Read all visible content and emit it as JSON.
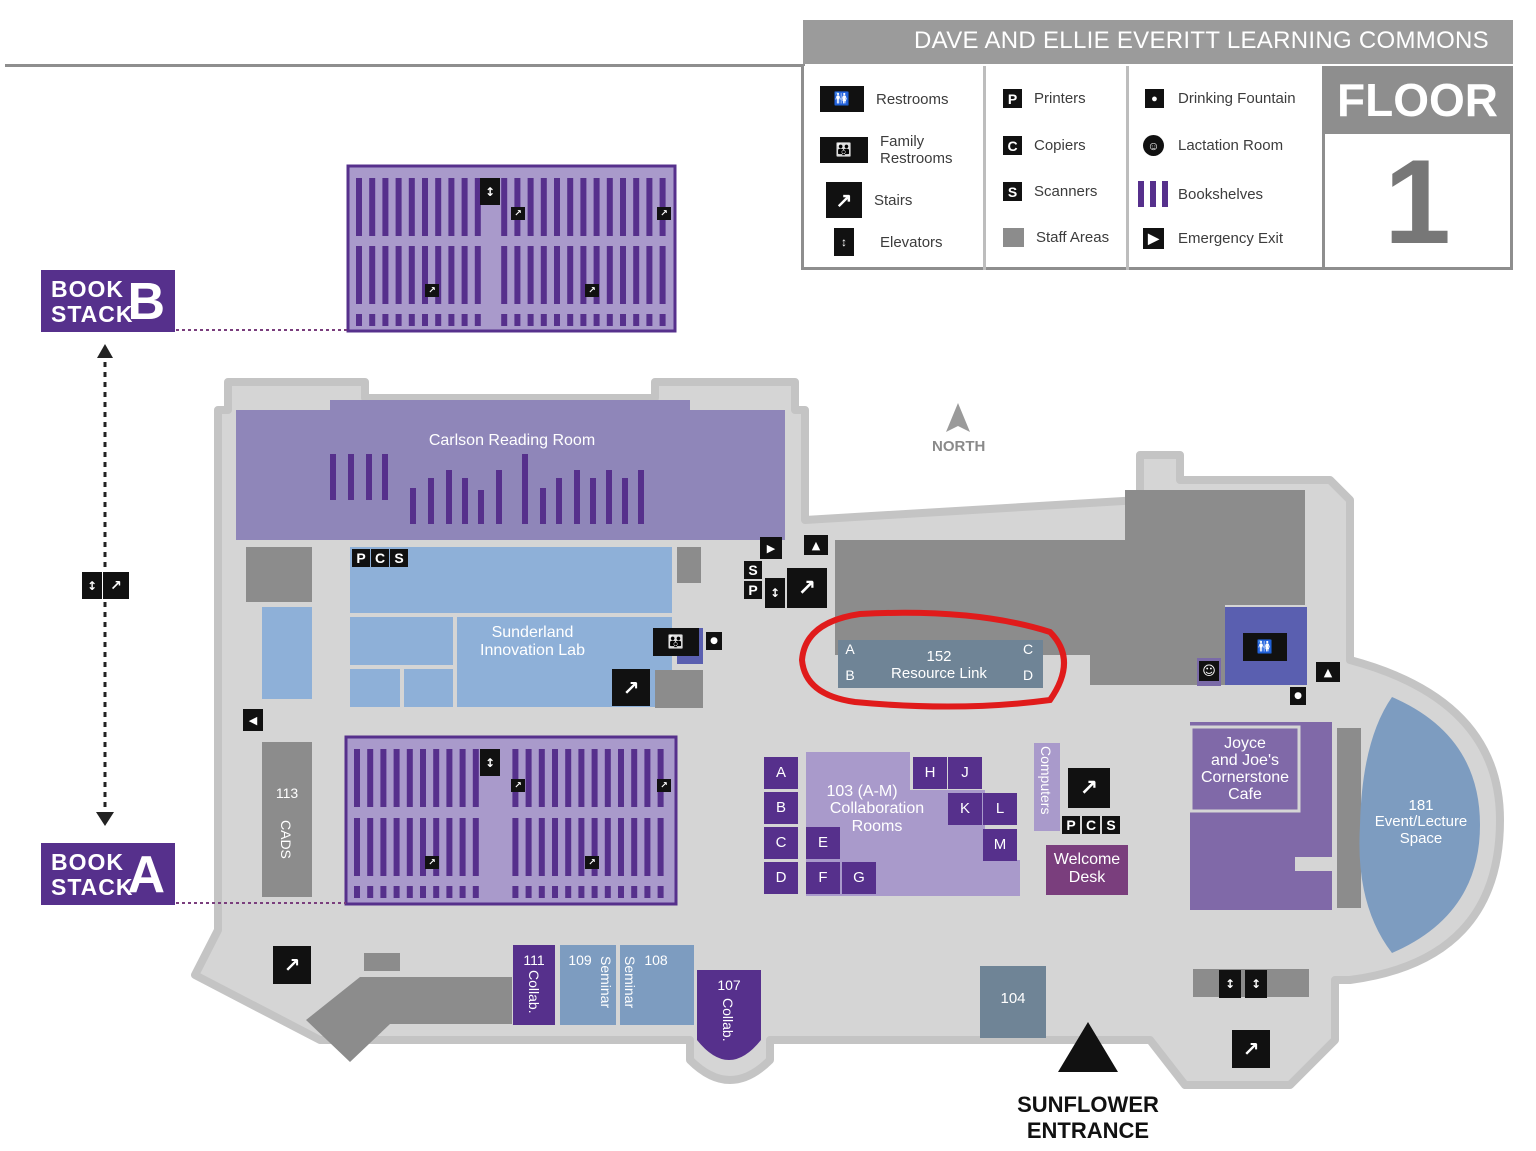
{
  "legend": {
    "title": "DAVE AND ELLIE EVERITT LEARNING COMMONS",
    "items_col1": [
      {
        "label": "Restrooms",
        "icon": "restroom-icon"
      },
      {
        "label": "Family\nRestrooms",
        "icon": "family-restroom-icon"
      },
      {
        "label": "Stairs",
        "icon": "stairs-icon"
      },
      {
        "label": "Elevators",
        "icon": "elevator-icon"
      }
    ],
    "items_col2": [
      {
        "label": "Printers",
        "glyph": "P"
      },
      {
        "label": "Copiers",
        "glyph": "C"
      },
      {
        "label": "Scanners",
        "glyph": "S"
      },
      {
        "label": "Staff Areas",
        "icon": "staff-area-swatch"
      }
    ],
    "items_col3": [
      {
        "label": "Drinking Fountain",
        "icon": "drinking-fountain-icon"
      },
      {
        "label": "Lactation Room",
        "icon": "lactation-room-icon"
      },
      {
        "label": "Bookshelves",
        "icon": "bookshelves-icon"
      },
      {
        "label": "Emergency Exit",
        "icon": "emergency-exit-icon"
      }
    ],
    "floor_word": "FLOOR",
    "floor_number": "1"
  },
  "stacks": {
    "b": {
      "line1": "BOOK",
      "line2": "STACK",
      "letter": "B"
    },
    "a": {
      "line1": "BOOK",
      "line2": "STACK",
      "letter": "A"
    }
  },
  "compass": {
    "label": "NORTH"
  },
  "rooms": {
    "carlson": "Carlson Reading Room",
    "sunderland": "Sunderland\nInnovation Lab",
    "resource_num": "152",
    "resource_name": "Resource Link",
    "collab_num": "103 (A-M)",
    "collab_name": "Collaboration\nRooms",
    "computers": "Computers",
    "welcome": "Welcome\nDesk",
    "cafe": "Joyce\nand Joe's\nCornerstone\nCafe",
    "event_num": "181",
    "event_name": "Event/Lecture\nSpace",
    "r113": "113",
    "cads": "CADS",
    "r111": "111",
    "r111_name": "Collab.",
    "r109": "109",
    "r109_name": "Seminar",
    "r108": "108",
    "r108_name": "Seminar",
    "r107": "107",
    "r107_name": "Collab.",
    "r104": "104",
    "entrance": "SUNFLOWER\nENTRANCE"
  },
  "collab_letters": [
    "A",
    "B",
    "C",
    "D",
    "E",
    "F",
    "G",
    "H",
    "J",
    "K",
    "L",
    "M"
  ],
  "resource_letters": [
    "A",
    "B",
    "C",
    "D"
  ],
  "service_letters": [
    "P",
    "C",
    "S"
  ],
  "colors": {
    "purple_dark": "#56308c",
    "purple_light": "#a99acb",
    "reading_room": "#8f86b9",
    "lab_blue": "#8eb0d8",
    "staff_gray": "#8c8c8c",
    "floor_gray": "#d5d5d5",
    "event_blue": "#7d9cc0",
    "welcome": "#7a3e7d",
    "highlight_red": "#e01b1b"
  }
}
